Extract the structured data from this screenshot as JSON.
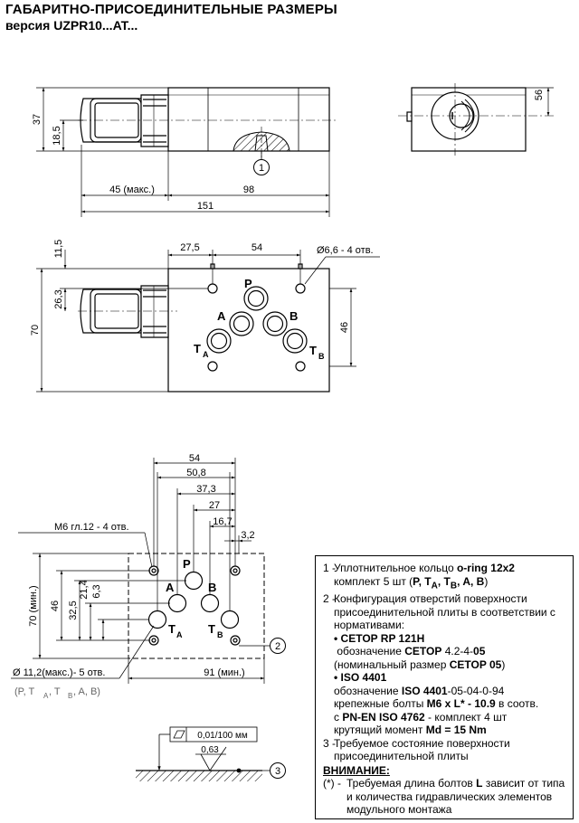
{
  "header": {
    "title": "ГАБАРИТНО-ПРИСОЕДИНИТЕЛЬНЫЕ РАЗМЕРЫ",
    "subtitle": "версия UZPR10...AT..."
  },
  "view1": {
    "dim_37": "37",
    "dim_18_5": "18,5",
    "dim_45": "45 (макс.)",
    "dim_98": "98",
    "dim_151": "151",
    "callout_1": "1"
  },
  "side_view": {
    "dim_56": "56"
  },
  "view2": {
    "dim_11_5": "11,5",
    "dim_27_5": "27,5",
    "dim_54": "54",
    "hole_label": "Ø6,6 - 4 отв.",
    "dim_26_3": "26,3",
    "dim_70": "70",
    "dim_46": "46",
    "port_P": "P",
    "port_A": "A",
    "port_B": "B",
    "port_T": "T",
    "sub_A": "A",
    "sub_B": "B"
  },
  "view3": {
    "dim_54": "54",
    "dim_50_8": "50,8",
    "dim_37_3": "37,3",
    "dim_27": "27",
    "dim_16_7": "16,7",
    "dim_3_2": "3,2",
    "thread_label": "M6 гл.12 - 4 отв.",
    "dim_70min": "70 (мин.)",
    "dim_46": "46",
    "dim_32_5": "32,5",
    "dim_21_4": "21,4",
    "dim_6_3": "6,3",
    "dim_91min": "91 (мин.)",
    "port_dia": "Ø 11,2(макс.)- 5 отв.",
    "port_list_open": "(P, T",
    "port_list_sep": ", T",
    "port_list_close": ", A, B)",
    "port_P": "P",
    "port_A": "A",
    "port_B": "B",
    "port_T": "T",
    "sub_A": "A",
    "sub_B": "B",
    "callout_2": "2"
  },
  "surface": {
    "flatness": "0,01/100 мм",
    "roughness": "0,63",
    "callout_3": "3"
  },
  "notes": {
    "n1_num": "1 -",
    "n1_a": "Уплотнительное кольцо ",
    "n1_b": "o-ring 12x2",
    "n1_c": "комплект 5 шт (",
    "n1_d": "P, T",
    "n1_d_sub": "A",
    "n1_e": ", T",
    "n1_e_sub": "B",
    "n1_f": ", A, B",
    "n1_g": ")",
    "n2_num": "2 -",
    "n2_a": "Конфигурация отверстий поверхности присоединительной плиты в соответствии с нормативами:",
    "n2_cetop_h": "• CETOP RP 121H",
    "n2_cetop_1": "обозначение ",
    "n2_cetop_2": "CETOP",
    "n2_cetop_3": " 4.2-4-",
    "n2_cetop_4": "05",
    "n2_cetop_5": "(номинальный размер ",
    "n2_cetop_6": "CETOP 05",
    "n2_cetop_7": ")",
    "n2_iso_h": "• ISO 4401",
    "n2_iso_1": "обозначение   ",
    "n2_iso_2": "ISO 4401",
    "n2_iso_3": "-05-04-0-94",
    "n2_iso_4": "крепежные болты ",
    "n2_iso_5": "M6 x L* - 10.9",
    "n2_iso_6": " в соотв.",
    "n2_iso_7": "с ",
    "n2_iso_8": "PN-EN ISO 4762",
    "n2_iso_9": "  -  комплект 4 шт",
    "n2_iso_10": "крутящий момент ",
    "n2_iso_11": "Md = 15 Nm",
    "n3_num": "3 -",
    "n3_a": "Требуемое состояние поверхности присоединительной плиты",
    "warn": "ВНИМАНИЕ:",
    "n4_num": "(*) -",
    "n4_a": "Требуемая длина болтов ",
    "n4_b": "L",
    "n4_c": " зависит от типа и количества гидравлических элементов модульного монтажа"
  }
}
